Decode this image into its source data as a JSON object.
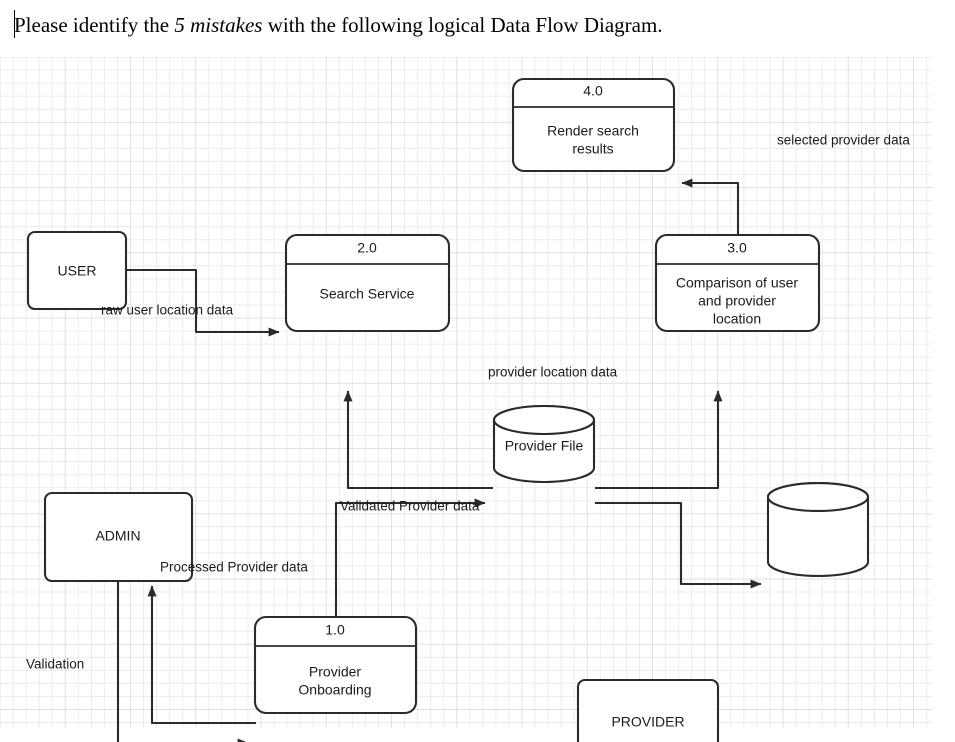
{
  "question": {
    "prefix": "Please identify the ",
    "emphasis": "5 mistakes",
    "suffix": " with the following logical Data Flow Diagram.",
    "full": "Please identify the 5 mistakes with the following logical Data Flow Diagram."
  },
  "diagram": {
    "type": "data-flow-diagram",
    "background": "#ffffff",
    "grid_color_minor": "#ececed",
    "grid_color_major": "#e0e0e1",
    "stroke_color": "#2b2b2b",
    "processes": [
      {
        "id": "p1",
        "number": "1.0",
        "name": "Provider\nOnboarding",
        "name_line1": "Provider",
        "name_line2": "Onboarding"
      },
      {
        "id": "p2",
        "number": "2.0",
        "name": "Search Service",
        "name_line1": "Search Service",
        "name_line2": ""
      },
      {
        "id": "p3",
        "number": "3.0",
        "name": "Comparison of user and provider location",
        "name_line1": "Comparison of user",
        "name_line2": "and provider",
        "name_line3": "location"
      },
      {
        "id": "p4",
        "number": "4.0",
        "name": "Render search results",
        "name_line1": "Render search",
        "name_line2": "results"
      }
    ],
    "entities": [
      {
        "id": "e-user",
        "label": "USER"
      },
      {
        "id": "e-admin",
        "label": "ADMIN"
      },
      {
        "id": "e-provider",
        "label": "PROVIDER"
      }
    ],
    "datastores": [
      {
        "id": "ds-provider-file",
        "label": "Provider File"
      },
      {
        "id": "ds-unlabeled",
        "label": ""
      }
    ],
    "flows": [
      {
        "id": "f-raw-user",
        "label": "raw user location data",
        "from": "USER",
        "to": "2.0"
      },
      {
        "id": "f-validation",
        "label": "Validation",
        "from": "ADMIN",
        "to": "1.0"
      },
      {
        "id": "f-processed",
        "label": "Processed Provider data",
        "from": "1.0",
        "to": "ADMIN"
      },
      {
        "id": "f-validated",
        "label": "Validated Provider data",
        "from": "1.0",
        "to": "Provider File"
      },
      {
        "id": "f-provider-location",
        "label": "provider location data",
        "from": "Provider File",
        "to": "2.0 / 3.0"
      },
      {
        "id": "f-selected-provider",
        "label": "selected provider data",
        "from": "3.0",
        "to": "4.0"
      },
      {
        "id": "f-unlabeled-store",
        "label": "",
        "from": "Provider File",
        "to": "unlabeled datastore"
      }
    ]
  }
}
